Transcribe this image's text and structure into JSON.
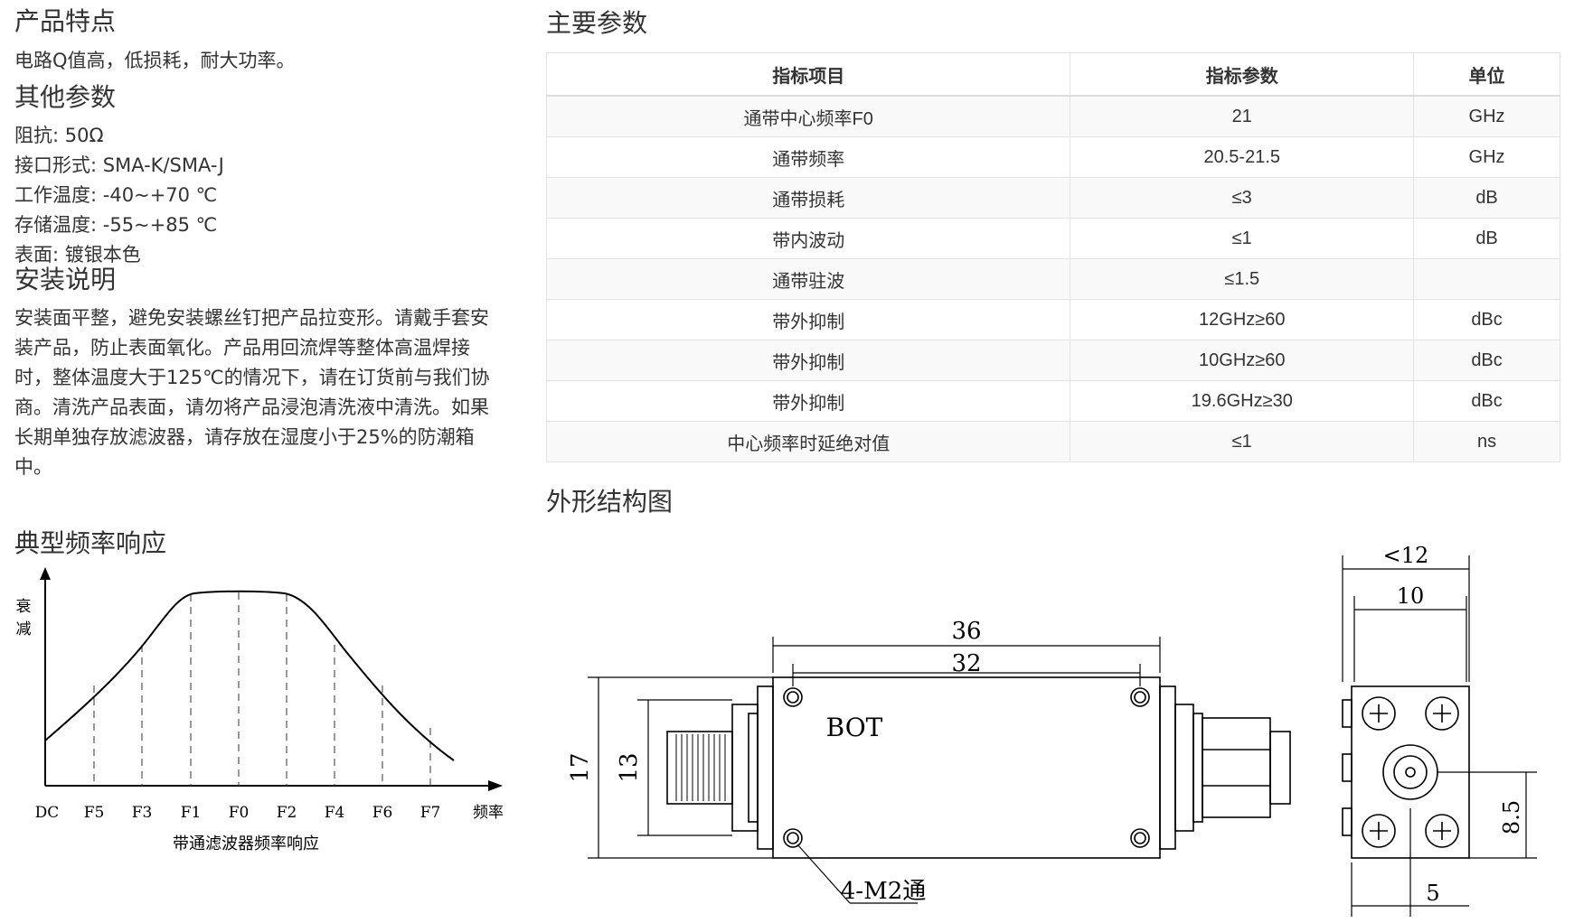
{
  "features": {
    "heading": "产品特点",
    "text": "电路Q值高，低损耗，耐大功率。"
  },
  "other_params": {
    "heading": "其他参数",
    "items": [
      "阻抗: 50Ω",
      "接口形式: SMA-K/SMA-J",
      "工作温度: -40~+70 ℃",
      "存储温度: -55~+85 ℃",
      "表面: 镀银本色"
    ]
  },
  "install": {
    "heading": "安装说明",
    "lines": [
      "安装面平整，避免安装螺丝钉把产品拉变形。请戴手套安",
      "装产品，防止表面氧化。产品用回流焊等整体高温焊接",
      "时，整体温度大于125℃的情况下，请在订货前与我们协",
      "商。清洗产品表面，请勿将产品浸泡清洗液中清洗。如果",
      "长期单独存放滤波器，请存放在湿度小于25%的防潮箱",
      "中。"
    ]
  },
  "response": {
    "heading": "典型频率响应",
    "y_label_1": "衰",
    "y_label_2": "减",
    "x_ticks": [
      "DC",
      "F5",
      "F3",
      "F1",
      "F0",
      "F2",
      "F4",
      "F6",
      "F7"
    ],
    "x_end_label": "频率",
    "caption": "带通滤波器频率响应"
  },
  "main_params": {
    "heading": "主要参数",
    "columns": [
      "指标项目",
      "指标参数",
      "单位"
    ],
    "rows": [
      [
        "通带中心频率F0",
        "21",
        "GHz"
      ],
      [
        "通带频率",
        "20.5-21.5",
        "GHz"
      ],
      [
        "通带损耗",
        "≤3",
        "dB"
      ],
      [
        "带内波动",
        "≤1",
        "dB"
      ],
      [
        "通带驻波",
        "≤1.5",
        ""
      ],
      [
        "带外抑制",
        "12GHz≥60",
        "dBc"
      ],
      [
        "带外抑制",
        "10GHz≥60",
        "dBc"
      ],
      [
        "带外抑制",
        "19.6GHz≥30",
        "dBc"
      ],
      [
        "中心频率时延绝对值",
        "≤1",
        "ns"
      ]
    ]
  },
  "outline": {
    "heading": "外形结构图",
    "dims": {
      "length_outer": "36",
      "length_inner": "32",
      "height_outer": "17",
      "height_inner": "13",
      "width_outer": "<12",
      "width_inner": "10",
      "center_height": "8.5",
      "center_offset": "5"
    },
    "label_bot": "BOT",
    "label_holes": "4-M2通"
  }
}
